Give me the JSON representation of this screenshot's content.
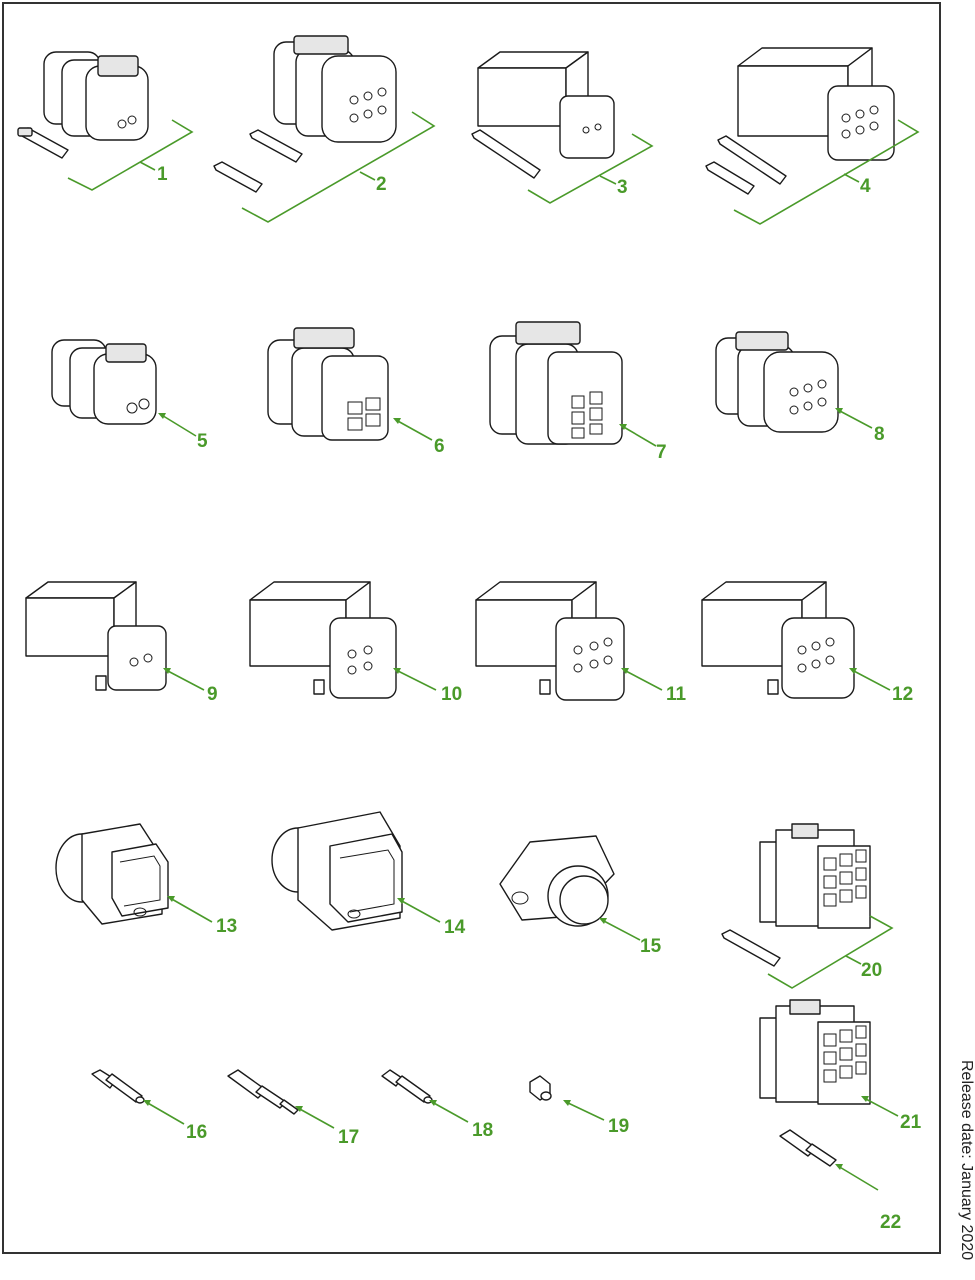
{
  "release_note": "Release date: January 2020",
  "colors": {
    "callout": "#4a9a2a",
    "outline": "#1a1a1a",
    "border": "#333333"
  },
  "parts": [
    {
      "label": "1",
      "icon": "connector-plug-2way-with-terminal-icon"
    },
    {
      "label": "2",
      "icon": "connector-plug-8way-with-terminals-icon"
    },
    {
      "label": "3",
      "icon": "connector-receptacle-2way-with-terminal-icon"
    },
    {
      "label": "4",
      "icon": "connector-receptacle-8way-with-terminals-icon"
    },
    {
      "label": "5",
      "icon": "connector-plug-2way-icon"
    },
    {
      "label": "6",
      "icon": "connector-plug-4way-icon"
    },
    {
      "label": "7",
      "icon": "connector-plug-6way-icon"
    },
    {
      "label": "8",
      "icon": "connector-plug-8way-icon"
    },
    {
      "label": "9",
      "icon": "connector-receptacle-2way-icon"
    },
    {
      "label": "10",
      "icon": "connector-receptacle-4way-icon"
    },
    {
      "label": "11",
      "icon": "connector-receptacle-6way-icon"
    },
    {
      "label": "12",
      "icon": "connector-receptacle-8way-icon"
    },
    {
      "label": "13",
      "icon": "backshell-cover-icon"
    },
    {
      "label": "14",
      "icon": "backshell-cover-large-icon"
    },
    {
      "label": "15",
      "icon": "cap-cover-icon"
    },
    {
      "label": "16",
      "icon": "socket-terminal-icon"
    },
    {
      "label": "17",
      "icon": "pin-terminal-icon"
    },
    {
      "label": "18",
      "icon": "socket-terminal-short-icon"
    },
    {
      "label": "19",
      "icon": "seal-plug-icon"
    },
    {
      "label": "20",
      "icon": "connector-block-12way-with-terminal-icon"
    },
    {
      "label": "21",
      "icon": "connector-block-12way-icon"
    },
    {
      "label": "22",
      "icon": "blade-terminal-icon"
    }
  ]
}
